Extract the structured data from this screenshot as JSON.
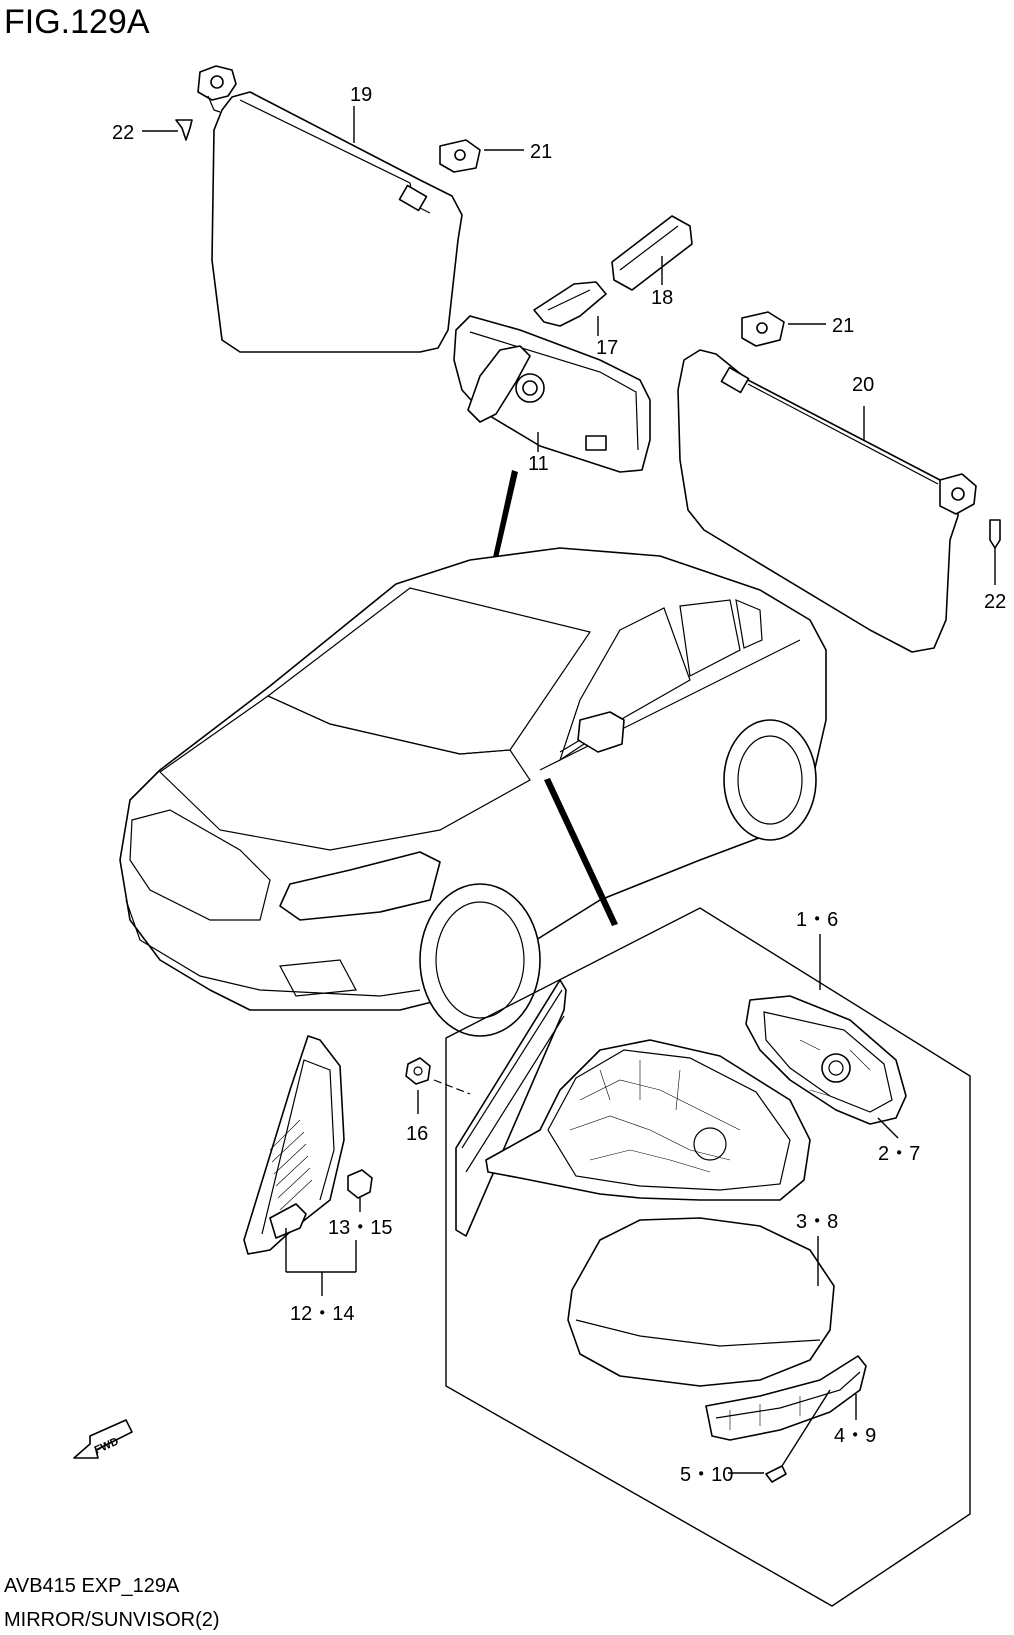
{
  "figure_title": "FIG.129A",
  "labels": {
    "p19": "19",
    "p22_left": "22",
    "p21_top": "21",
    "p18": "18",
    "p17": "17",
    "p21_right": "21",
    "p20": "20",
    "p11": "11",
    "p22_right": "22",
    "p1_6": "1・6",
    "p2_7": "2・7",
    "p16": "16",
    "p3_8": "3・8",
    "p13_15": "13・15",
    "p12_14": "12・14",
    "p4_9": "4・9",
    "p5_10": "5・10"
  },
  "fwd_arrow": "FWD",
  "footer": {
    "code": "AVB415 EXP_129A",
    "caption": "MIRROR/SUNVISOR(2)"
  }
}
